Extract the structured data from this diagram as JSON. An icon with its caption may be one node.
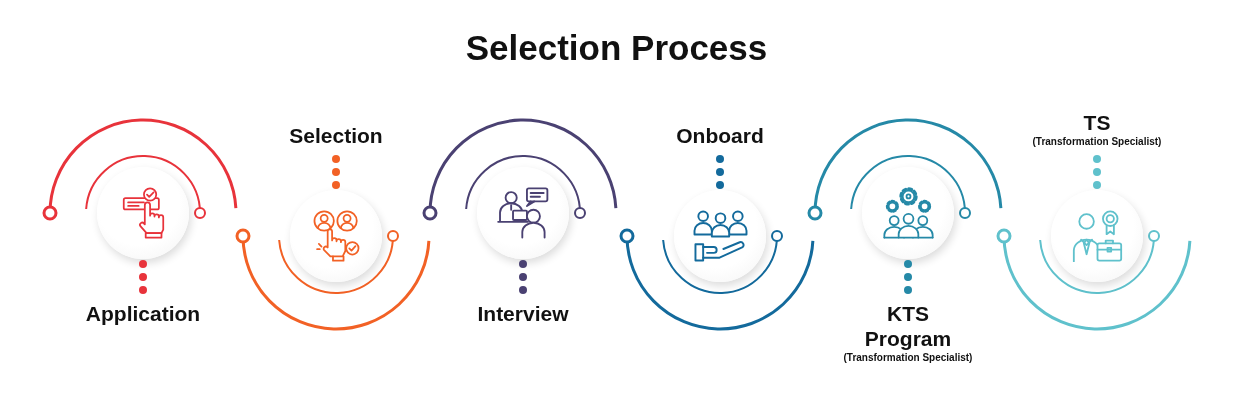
{
  "diagram": {
    "title": "Selection Process",
    "nodes": [
      {
        "text": [
          "Application"
        ]
      },
      {
        "text": [
          "Selection"
        ]
      },
      {
        "text": [
          "Interview"
        ]
      },
      {
        "text": [
          "Onboard"
        ]
      },
      {
        "text": [
          "KTS Program",
          "(Transformation Specialist)"
        ]
      },
      {
        "text": [
          "TS",
          "(Transformation Specialist)"
        ]
      }
    ]
  }
}
